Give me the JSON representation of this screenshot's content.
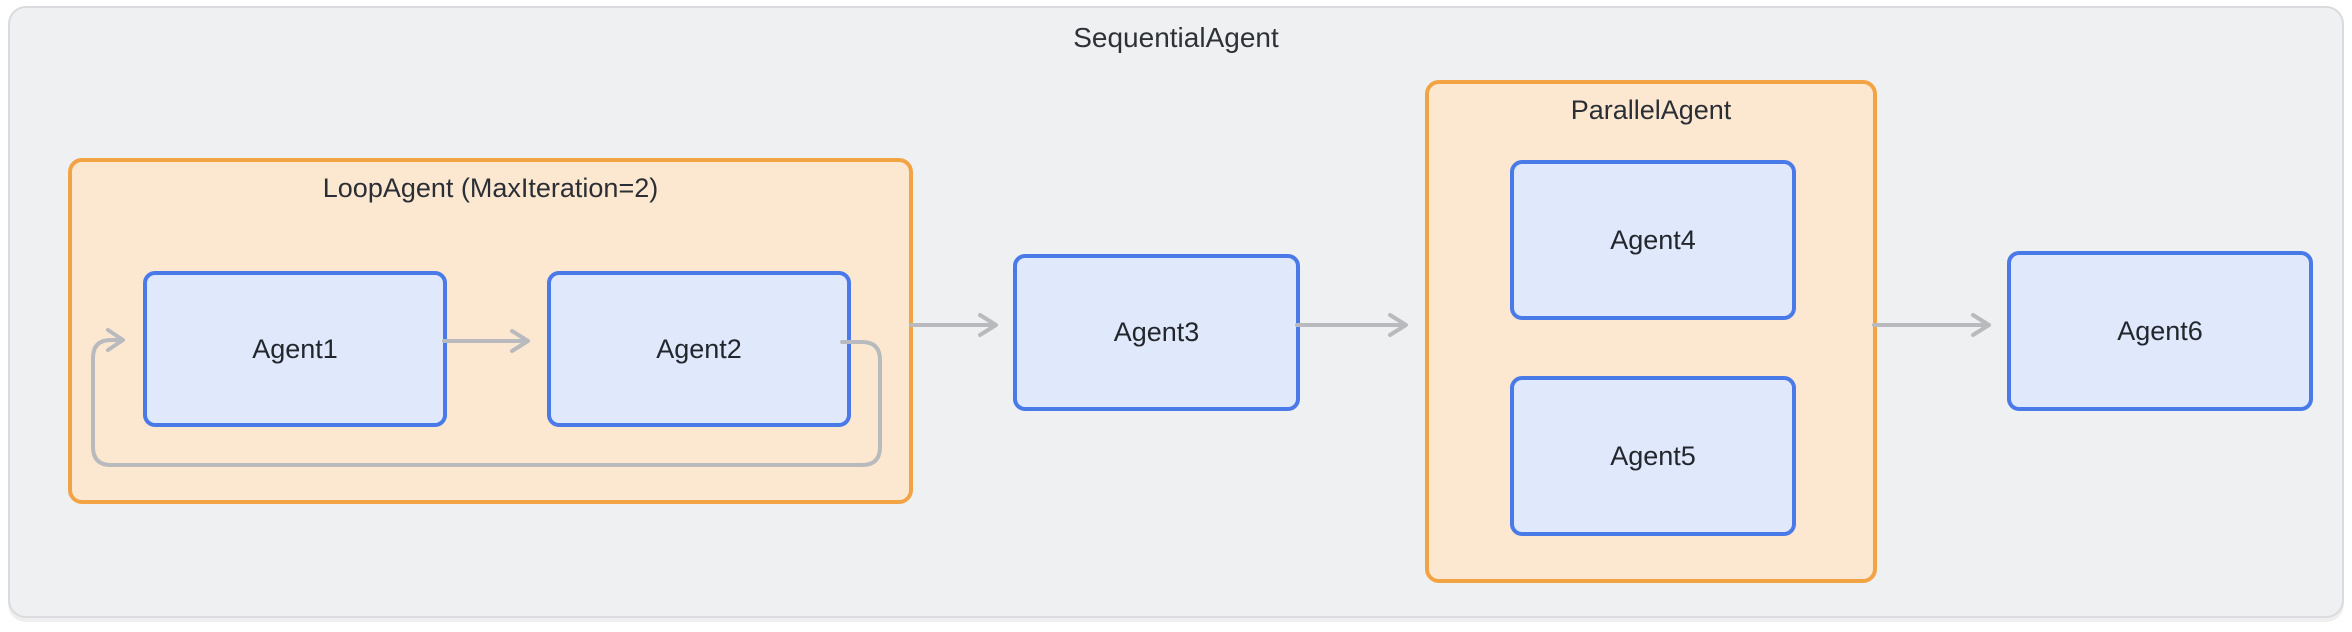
{
  "title": "SequentialAgent",
  "groups": {
    "loop": {
      "title": "LoopAgent (MaxIteration=2)",
      "max_iteration": 2,
      "children": [
        "Agent1",
        "Agent2"
      ]
    },
    "parallel": {
      "title": "ParallelAgent",
      "children": [
        "Agent4",
        "Agent5"
      ]
    }
  },
  "nodes": {
    "agent1": {
      "label": "Agent1"
    },
    "agent2": {
      "label": "Agent2"
    },
    "agent3": {
      "label": "Agent3"
    },
    "agent4": {
      "label": "Agent4"
    },
    "agent5": {
      "label": "Agent5"
    },
    "agent6": {
      "label": "Agent6"
    }
  },
  "edges": [
    {
      "from": "Agent1",
      "to": "Agent2",
      "style": "straight"
    },
    {
      "from": "Agent2",
      "to": "Agent1",
      "style": "loop-back"
    },
    {
      "from": "LoopAgent",
      "to": "Agent3",
      "style": "straight"
    },
    {
      "from": "Agent3",
      "to": "ParallelAgent",
      "style": "straight"
    },
    {
      "from": "ParallelAgent",
      "to": "Agent6",
      "style": "straight"
    }
  ],
  "colors": {
    "page_background": "#ffffff",
    "container_fill": "#eff0f2",
    "container_border": "#d9dbde",
    "group_fill": "#fce8d1",
    "group_border": "#f2a444",
    "node_fill": "#e0e9fc",
    "node_border": "#4a79e8",
    "arrow": "#b9babd",
    "text": "#2b2f35"
  }
}
